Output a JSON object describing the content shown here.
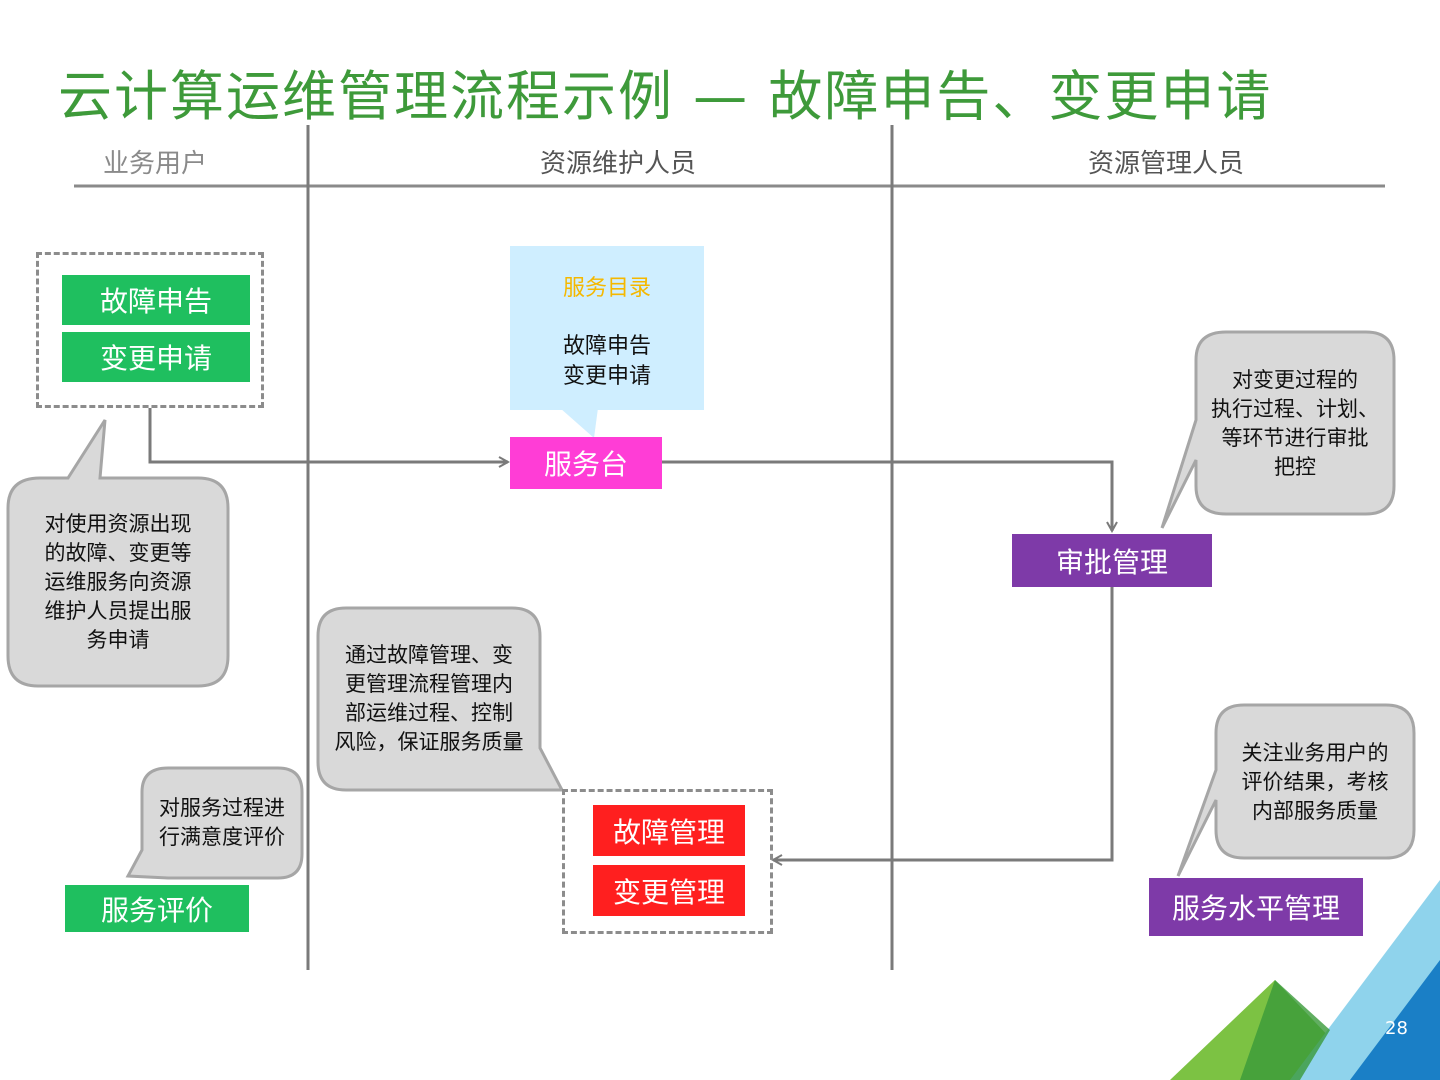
{
  "title": "云计算运维管理流程示例 — 故障申告、变更申请",
  "lanes": {
    "user": "业务用户",
    "maintenance": "资源维护人员",
    "management": "资源管理人员"
  },
  "user_requests": {
    "fault_report": "故障申告",
    "change_request": "变更申请"
  },
  "service_catalog": {
    "heading": "服务目录",
    "line1": "故障申告",
    "line2": "变更申请"
  },
  "service_desk": "服务台",
  "approval": "审批管理",
  "management_boxes": {
    "fault_mgmt": "故障管理",
    "change_mgmt": "变更管理"
  },
  "service_evaluation": "服务评价",
  "sla_management": "服务水平管理",
  "callouts": {
    "user_request": [
      "对使用资源出现",
      "的故障、变更等",
      "运维服务向资源",
      "维护人员提出服",
      "务申请"
    ],
    "internal_process": [
      "通过故障管理、变",
      "更管理流程管理内",
      "部运维过程、控制",
      "风险，保证服务质量"
    ],
    "satisfaction": [
      "对服务过程进",
      "行满意度评价"
    ],
    "approval_control": [
      "对变更过程的",
      "执行过程、计划、",
      "等环节进行审批",
      "把控"
    ],
    "evaluation_focus": [
      "关注业务用户的",
      "评价结果，考核",
      "内部服务质量"
    ]
  },
  "page_number": "28",
  "colors": {
    "title": "#3e9a3a",
    "green_box": "#1fbf5f",
    "pink_box": "#ff3dd6",
    "purple_box": "#7e3aa8",
    "red_box": "#ff1f1f",
    "catalog_heading": "#f5b800",
    "callout_fill": "#d9d9d9"
  }
}
